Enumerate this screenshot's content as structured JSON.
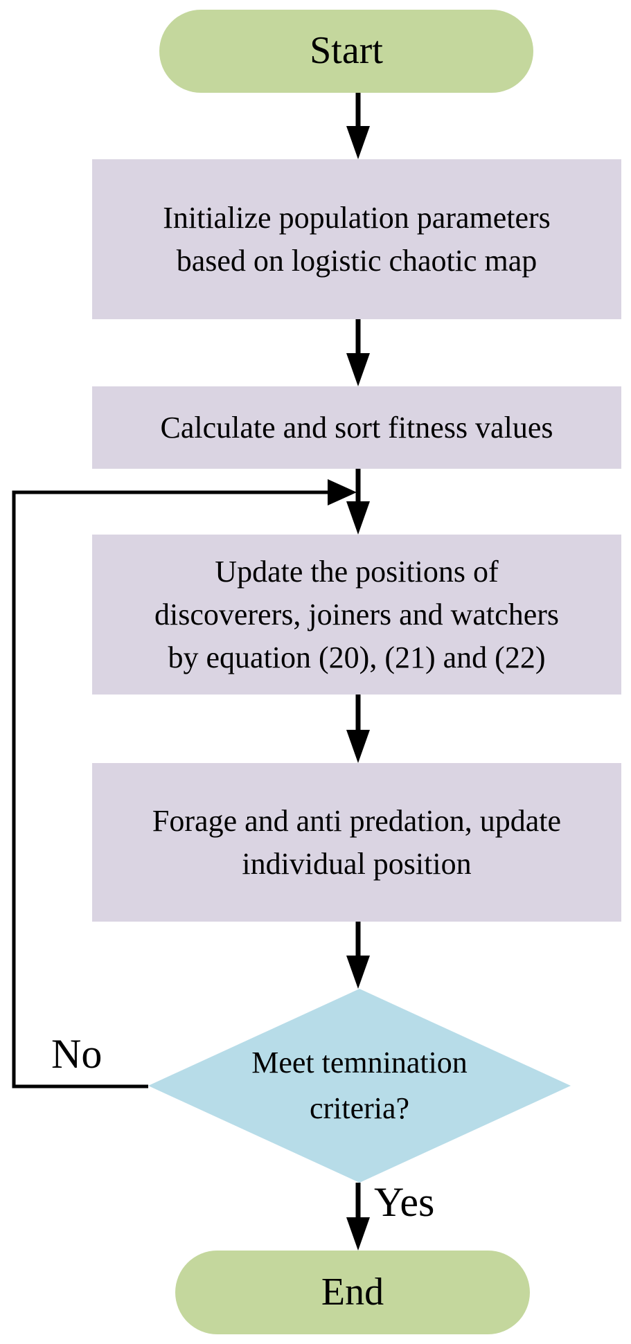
{
  "diagram": {
    "type": "flowchart",
    "background": "#ffffff",
    "colors": {
      "terminal_fill": "#c4d79d",
      "process_fill": "#dad4e2",
      "decision_fill": "#b7dce8",
      "connector": "#000000",
      "text": "#000000"
    },
    "nodes": [
      {
        "id": "start",
        "shape": "terminal",
        "label": "Start",
        "lines": [
          "Start"
        ]
      },
      {
        "id": "initialize",
        "shape": "process",
        "label": "Initialize population parameters based on logistic chaotic map",
        "lines": [
          "Initialize population parameters",
          "based on logistic chaotic map"
        ]
      },
      {
        "id": "fitness",
        "shape": "process",
        "label": "Calculate and sort fitness values",
        "lines": [
          "Calculate and sort fitness values"
        ]
      },
      {
        "id": "update",
        "shape": "process",
        "label": "Update the positions of discoverers, joiners and watchers by equation (20), (21) and (22)",
        "lines": [
          "Update the positions of",
          "discoverers, joiners and watchers",
          "by equation (20), (21) and (22)"
        ]
      },
      {
        "id": "forage",
        "shape": "process",
        "label": "Forage and anti predation, update individual position",
        "lines": [
          "Forage and anti predation, update",
          "individual position"
        ]
      },
      {
        "id": "decision",
        "shape": "decision",
        "label": "Meet temnination criteria?",
        "lines": [
          "Meet temnination",
          "criteria?"
        ]
      },
      {
        "id": "end",
        "shape": "terminal",
        "label": "End",
        "lines": [
          "End"
        ]
      }
    ],
    "edges": [
      {
        "from": "start",
        "to": "initialize",
        "label": ""
      },
      {
        "from": "initialize",
        "to": "fitness",
        "label": ""
      },
      {
        "from": "fitness",
        "to": "update",
        "label": ""
      },
      {
        "from": "update",
        "to": "forage",
        "label": ""
      },
      {
        "from": "forage",
        "to": "decision",
        "label": ""
      },
      {
        "from": "decision",
        "to": "end",
        "label": "Yes"
      },
      {
        "from": "decision",
        "to": "update",
        "label": "No",
        "route": "loop-left"
      }
    ]
  }
}
